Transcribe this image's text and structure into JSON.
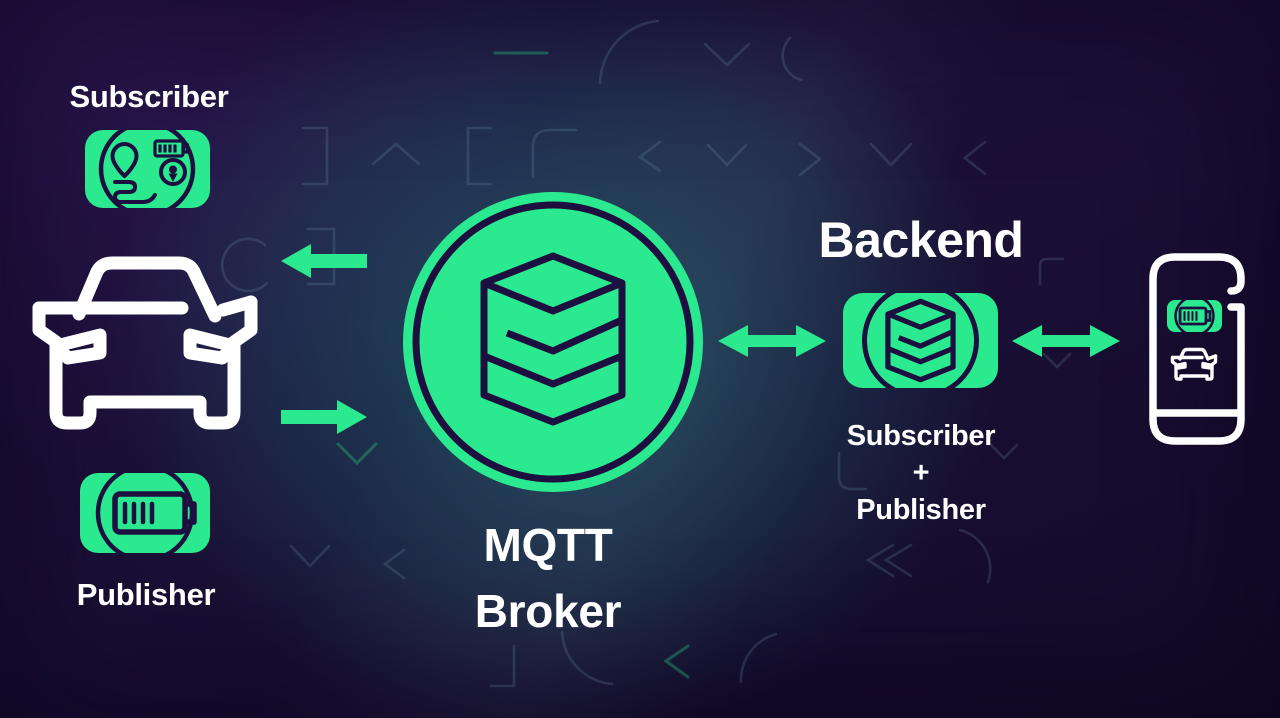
{
  "title": "MQTT vehicle-to-backend architecture diagram",
  "colors": {
    "accent_green": "#2BE98F",
    "dark_ink": "#1D1040",
    "background_purple": "#1C1038",
    "glow_teal": "#269E92",
    "text_white": "#FFFFFF",
    "pattern_teal": "#7FA3B8"
  },
  "nodes": {
    "vehicle": {
      "subscriber_label": "Subscriber",
      "publisher_label": "Publisher"
    },
    "broker": {
      "label": "MQTT Broker"
    },
    "backend": {
      "title": "Backend",
      "role_subscriber": "Subscriber",
      "role_plus": "+",
      "role_publisher": "Publisher"
    }
  },
  "icons": {
    "vehicle_subscriber_tile": "route-map-display-icon",
    "vehicle_publisher_tile": "battery-display-icon",
    "vehicle": "car-front-icon",
    "broker": "layered-stack-hexagon-icon",
    "backend_tile": "layered-stack-display-icon",
    "phone": "smartphone-icon",
    "phone_app_battery": "battery-app-tile-icon",
    "phone_app_car": "car-app-icon",
    "arrow_broker_to_vehicle": "arrow-left-icon",
    "arrow_vehicle_to_broker": "arrow-right-icon",
    "arrow_broker_backend": "double-arrow-icon",
    "arrow_backend_phone": "double-arrow-icon"
  }
}
